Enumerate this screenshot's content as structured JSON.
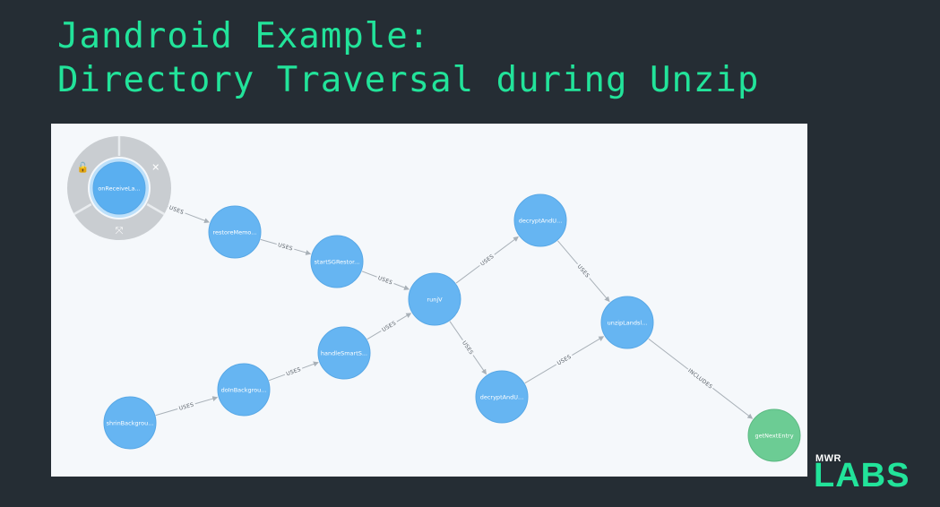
{
  "title": {
    "line1": "Jandroid Example:",
    "line2": "Directory Traversal during Unzip"
  },
  "graph": {
    "ring_icons": {
      "lock": "lock-icon",
      "close": "close-icon",
      "expand": "expand-icon"
    },
    "ring_glyphs": {
      "lock": "🔓",
      "close": "✕",
      "expand": "⤧"
    },
    "colors": {
      "node": "#66b5f2",
      "node_selected": "#5aaff0",
      "terminal": "#6ccc94",
      "edge": "#a9b1b8",
      "ring": "#c9cdd1"
    },
    "nodes": [
      {
        "id": "n_onreceive",
        "label": "onReceiveLa...",
        "kind": "selected"
      },
      {
        "id": "n_restore",
        "label": "restoreMemo...",
        "kind": "normal"
      },
      {
        "id": "n_start",
        "label": "startSGRestor...",
        "kind": "normal"
      },
      {
        "id": "n_runs",
        "label": "runjV",
        "kind": "normal"
      },
      {
        "id": "n_decrypt1",
        "label": "decryptAndU...",
        "kind": "normal"
      },
      {
        "id": "n_decrypt2",
        "label": "decryptAndU...",
        "kind": "normal"
      },
      {
        "id": "n_unzip",
        "label": "unzipLandsl...",
        "kind": "normal"
      },
      {
        "id": "n_handle",
        "label": "handleSmartS...",
        "kind": "normal"
      },
      {
        "id": "n_doin",
        "label": "doInBackgrou...",
        "kind": "normal"
      },
      {
        "id": "n_shrin",
        "label": "shrinBackgrou...",
        "kind": "normal"
      },
      {
        "id": "n_getnext",
        "label": "getNextEntry",
        "kind": "terminal"
      }
    ],
    "edges": [
      {
        "from": "n_onreceive",
        "to": "n_restore",
        "label": "USES"
      },
      {
        "from": "n_restore",
        "to": "n_start",
        "label": "USES"
      },
      {
        "from": "n_start",
        "to": "n_runs",
        "label": "USES"
      },
      {
        "from": "n_runs",
        "to": "n_decrypt1",
        "label": "USES"
      },
      {
        "from": "n_runs",
        "to": "n_decrypt2",
        "label": "USES"
      },
      {
        "from": "n_decrypt1",
        "to": "n_unzip",
        "label": "USES"
      },
      {
        "from": "n_decrypt2",
        "to": "n_unzip",
        "label": "USES"
      },
      {
        "from": "n_handle",
        "to": "n_runs",
        "label": "USES"
      },
      {
        "from": "n_doin",
        "to": "n_handle",
        "label": "USES"
      },
      {
        "from": "n_shrin",
        "to": "n_doin",
        "label": "USES"
      },
      {
        "from": "n_unzip",
        "to": "n_getnext",
        "label": "INCLUDES"
      }
    ]
  },
  "logo": {
    "top": "MWR",
    "main": "LABS"
  }
}
